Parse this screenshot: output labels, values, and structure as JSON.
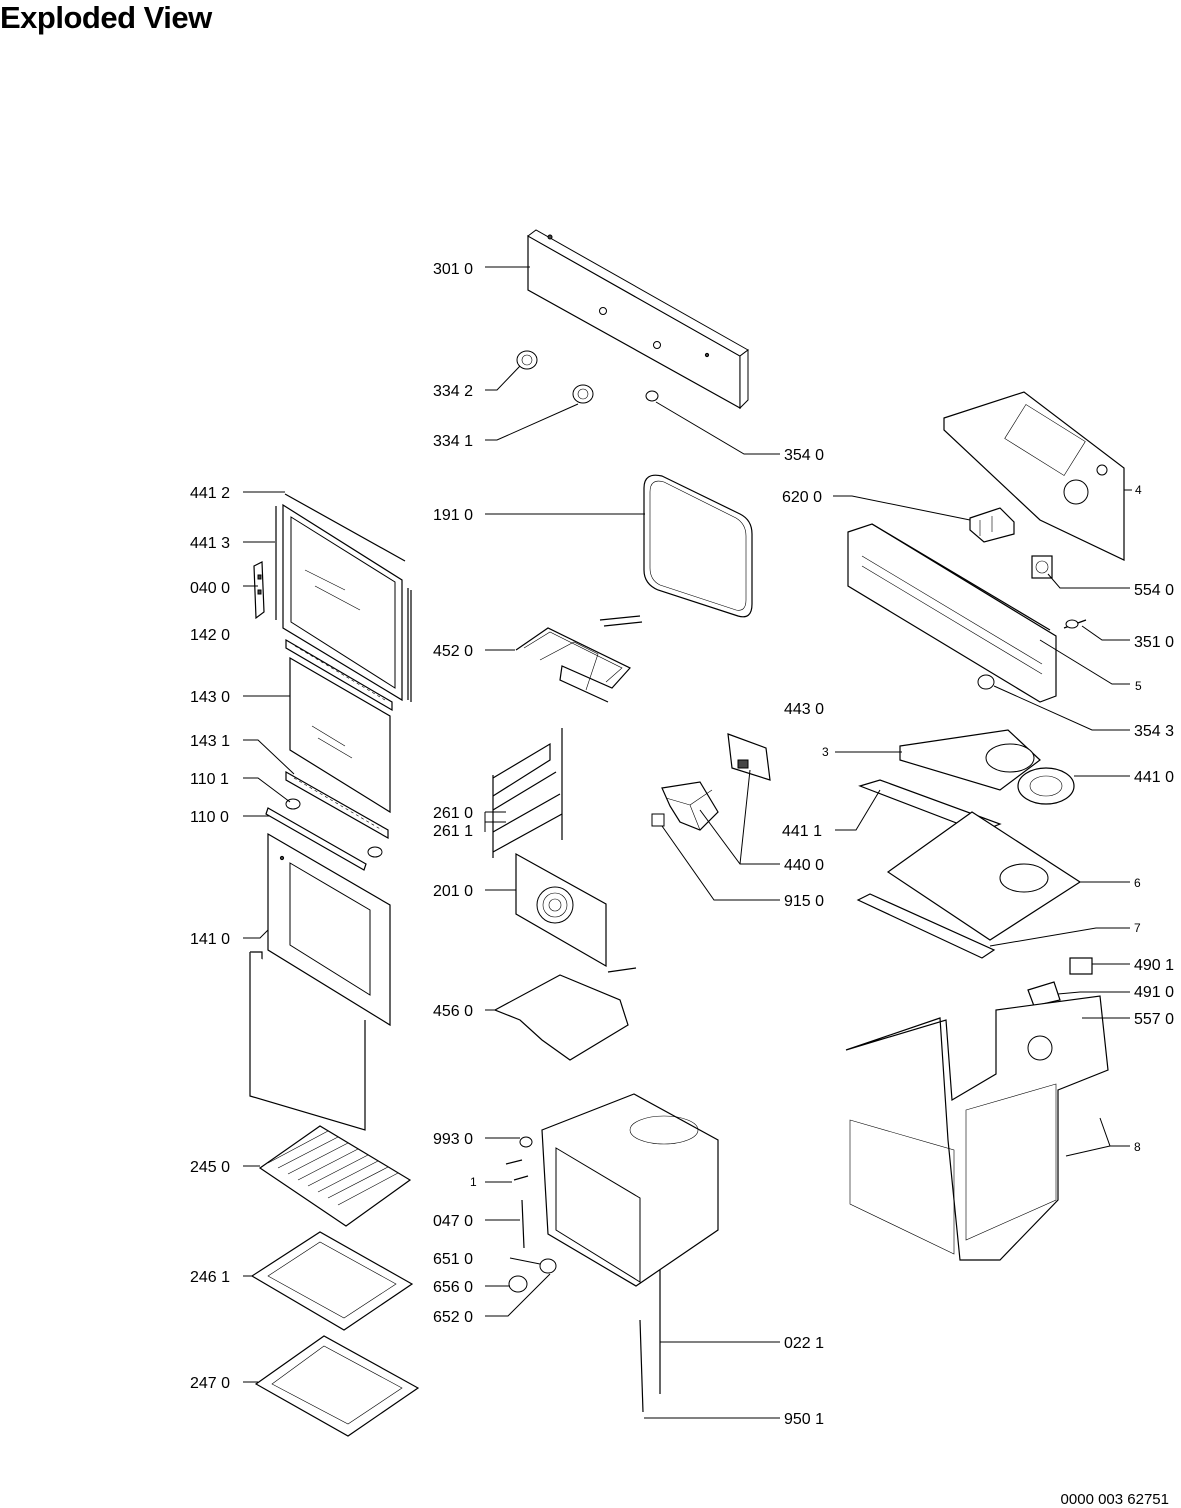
{
  "title": "Exploded View",
  "document_number": "0000 003 62751",
  "labels": {
    "p3010": "301 0",
    "p3342": "334 2",
    "p3341": "334 1",
    "p3540": "354 0",
    "p4412": "441 2",
    "p4413": "441 3",
    "p0400": "040 0",
    "p1420": "142 0",
    "p1910": "191 0",
    "p4520": "452 0",
    "p6200": "620 0",
    "p4": "4",
    "p5540": "554 0",
    "p3510": "351 0",
    "p5": "5",
    "p1430": "143 0",
    "p3543": "354 3",
    "p4430": "443 0",
    "p1431": "143 1",
    "p3": "3",
    "p1101": "110 1",
    "p4411": "441 1",
    "p4410": "441 0",
    "p1100": "110 0",
    "p2610": "261 0",
    "p2611": "261 1",
    "p4400": "440 0",
    "p2010": "201 0",
    "p6": "6",
    "p9150": "915 0",
    "p1410": "141 0",
    "p7": "7",
    "p4901": "490 1",
    "p4910": "491 0",
    "p4560": "456 0",
    "p5570": "557 0",
    "p9930": "993 0",
    "p2450": "245 0",
    "p8": "8",
    "p1": "1",
    "p0470": "047 0",
    "p6510": "651 0",
    "p6560": "656 0",
    "p2461": "246 1",
    "p6520": "652 0",
    "p0221": "022 1",
    "p2470": "247 0",
    "p9501": "950 1"
  }
}
